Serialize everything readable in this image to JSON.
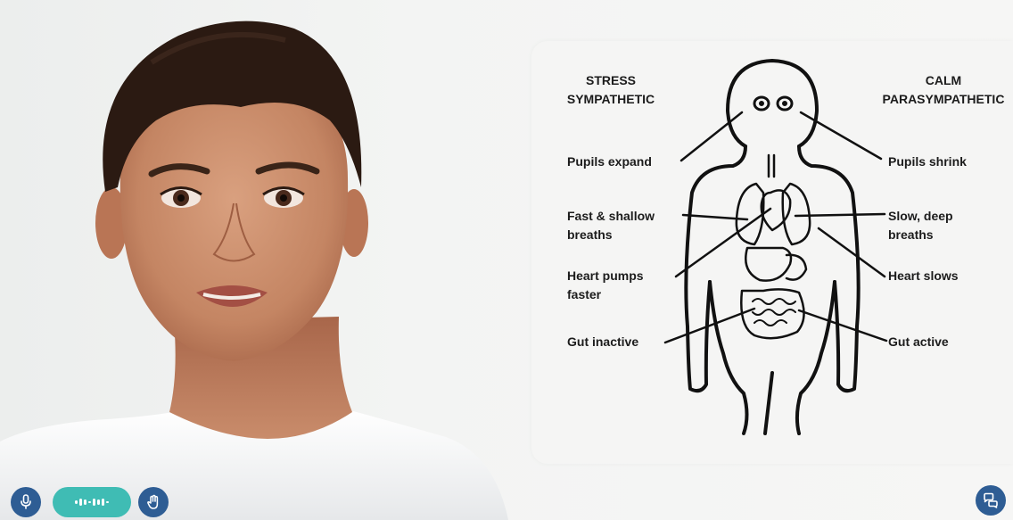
{
  "diagram": {
    "stress_title": "STRESS\nSYMPATHETIC",
    "calm_title": "CALM\nPARASYMPATHETIC",
    "stress_labels": [
      "Pupils expand",
      "Fast & shallow\nbreaths",
      "Heart pumps\nfaster",
      "Gut inactive"
    ],
    "calm_labels": [
      "Pupils shrink",
      "Slow, deep\nbreaths",
      "Heart slows",
      "Gut active"
    ]
  },
  "controls": {
    "mic_icon": "microphone-icon",
    "voice_icon": "voice-waveform-icon",
    "hand_icon": "raise-hand-icon",
    "chat_icon": "chat-bubbles-icon"
  },
  "colors": {
    "control_blue": "#2e5d94",
    "voice_teal": "#3fbcb4",
    "panel_bg": "#f5f5f4"
  }
}
